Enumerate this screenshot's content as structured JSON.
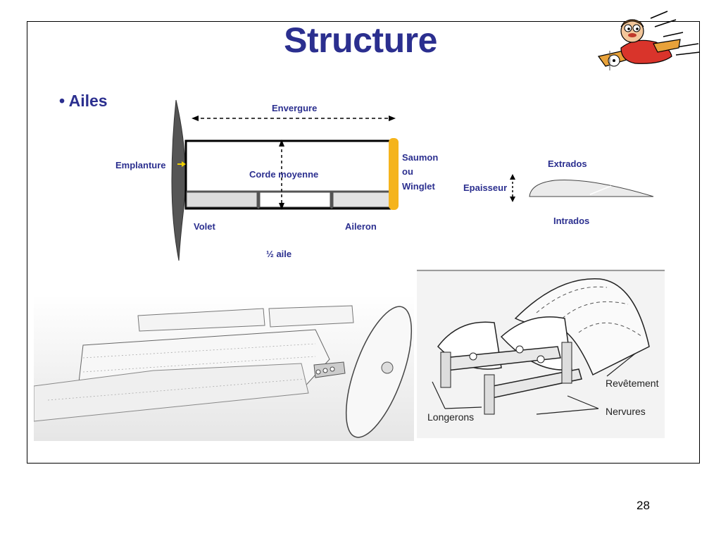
{
  "slide": {
    "title": "Structure",
    "bullet": "• Ailes",
    "page_number": "28"
  },
  "wing_diagram": {
    "envergure": "Envergure",
    "emplanture": "Emplanture",
    "corde_moyenne": "Corde moyenne",
    "saumon": "Saumon",
    "ou": "ou",
    "winglet": "Winglet",
    "volet": "Volet",
    "aileron": "Aileron",
    "demi_aile": "½ aile"
  },
  "profile_diagram": {
    "extrados": "Extrados",
    "epaisseur": "Epaisseur",
    "intrados": "Intrados"
  },
  "structure_drawing": {
    "revetement": "Revêtement",
    "nervures": "Nervures",
    "longerons": "Longerons"
  },
  "colors": {
    "title": "#2b2f8f",
    "winglet": "#f5b41c",
    "emplanture_arrow": "#f0d000",
    "fuselage": "#555555"
  }
}
